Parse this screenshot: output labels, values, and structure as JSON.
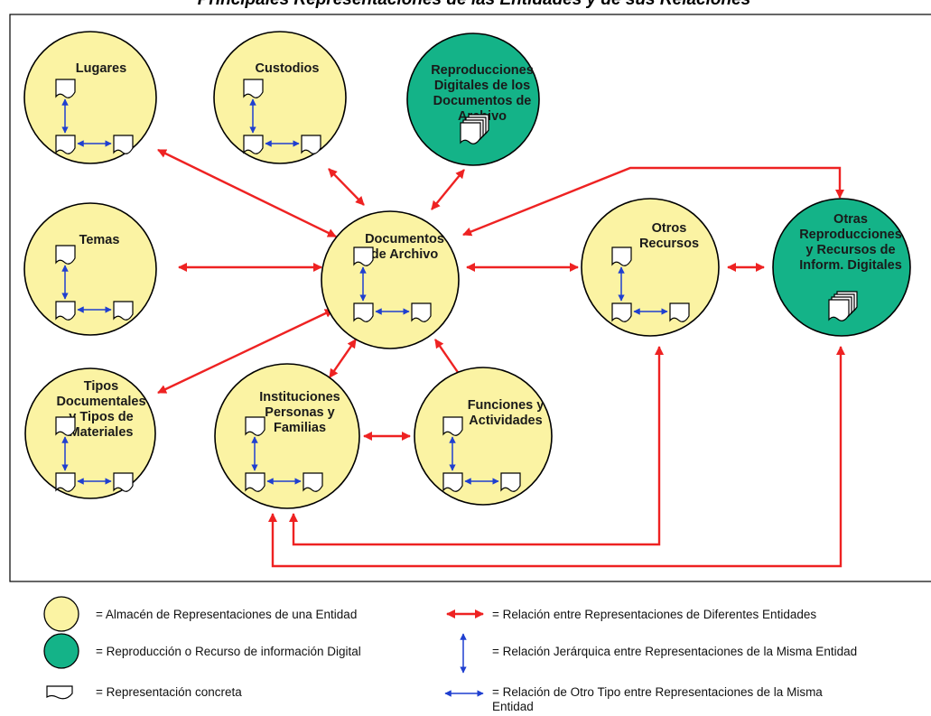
{
  "title": "Principales Representaciones de las Entidades y de sus Relaciones",
  "colors": {
    "entity_fill": "#fbf3a3",
    "digital_fill": "#14b388",
    "entity_relation": "#ee2222",
    "same_entity_relation": "#1f3fd0",
    "border": "#000000"
  },
  "nodes": [
    {
      "id": "lugares",
      "type": "entity",
      "label_lines": [
        "Lugares"
      ],
      "icon": "hierarchy-icon"
    },
    {
      "id": "custodios",
      "type": "entity",
      "label_lines": [
        "Custodios"
      ],
      "icon": "hierarchy-icon"
    },
    {
      "id": "reproducciones",
      "type": "digital",
      "label_lines": [
        "Reproducciones",
        "Digitales de los",
        "Documentos de",
        "Archivo"
      ],
      "icon": "document-stack-icon"
    },
    {
      "id": "temas",
      "type": "entity",
      "label_lines": [
        "Temas"
      ],
      "icon": "hierarchy-icon"
    },
    {
      "id": "documentos",
      "type": "entity",
      "label_lines": [
        "Documentos",
        "de Archivo"
      ],
      "icon": "hierarchy-icon"
    },
    {
      "id": "otros-recursos",
      "type": "entity",
      "label_lines": [
        "Otros",
        "Recursos"
      ],
      "icon": "hierarchy-icon"
    },
    {
      "id": "otras-reproducciones",
      "type": "digital",
      "label_lines": [
        "Otras",
        "Reproducciones",
        "y Recursos  de",
        "Inform. Digitales"
      ],
      "icon": "document-stack-icon"
    },
    {
      "id": "tipos",
      "type": "entity",
      "label_lines": [
        "Tipos",
        "Documentales",
        "y Tipos de",
        "Materiales"
      ],
      "icon": "hierarchy-icon"
    },
    {
      "id": "instituciones",
      "type": "entity",
      "label_lines": [
        "Instituciones",
        "Personas  y",
        "Familias"
      ],
      "icon": "hierarchy-icon"
    },
    {
      "id": "funciones",
      "type": "entity",
      "label_lines": [
        "Funciones y",
        "Actividades"
      ],
      "icon": "hierarchy-icon"
    }
  ],
  "relations": [
    {
      "from": "lugares",
      "to": "documentos"
    },
    {
      "from": "custodios",
      "to": "documentos"
    },
    {
      "from": "reproducciones",
      "to": "documentos"
    },
    {
      "from": "temas",
      "to": "documentos"
    },
    {
      "from": "documentos",
      "to": "otros-recursos"
    },
    {
      "from": "documentos",
      "to": "otras-reproducciones"
    },
    {
      "from": "otros-recursos",
      "to": "otras-reproducciones"
    },
    {
      "from": "documentos",
      "to": "tipos"
    },
    {
      "from": "documentos",
      "to": "instituciones"
    },
    {
      "from": "documentos",
      "to": "funciones"
    },
    {
      "from": "instituciones",
      "to": "funciones"
    },
    {
      "from": "instituciones",
      "to": "otros-recursos"
    },
    {
      "from": "instituciones",
      "to": "otras-reproducciones"
    }
  ],
  "legend": {
    "entity_store": "= Almacén de Representaciones de una Entidad",
    "digital_resource": "= Reproducción o Recurso de información Digital",
    "concrete_representation": "= Representación concreta",
    "different_entities_relation": "= Relación entre Representaciones de Diferentes Entidades",
    "hierarchical_relation": "= Relación Jerárquica entre Representaciones de la Misma Entidad",
    "other_relation_line1": "= Relación de Otro Tipo entre Representaciones de la Misma",
    "other_relation_line2": "Entidad"
  }
}
